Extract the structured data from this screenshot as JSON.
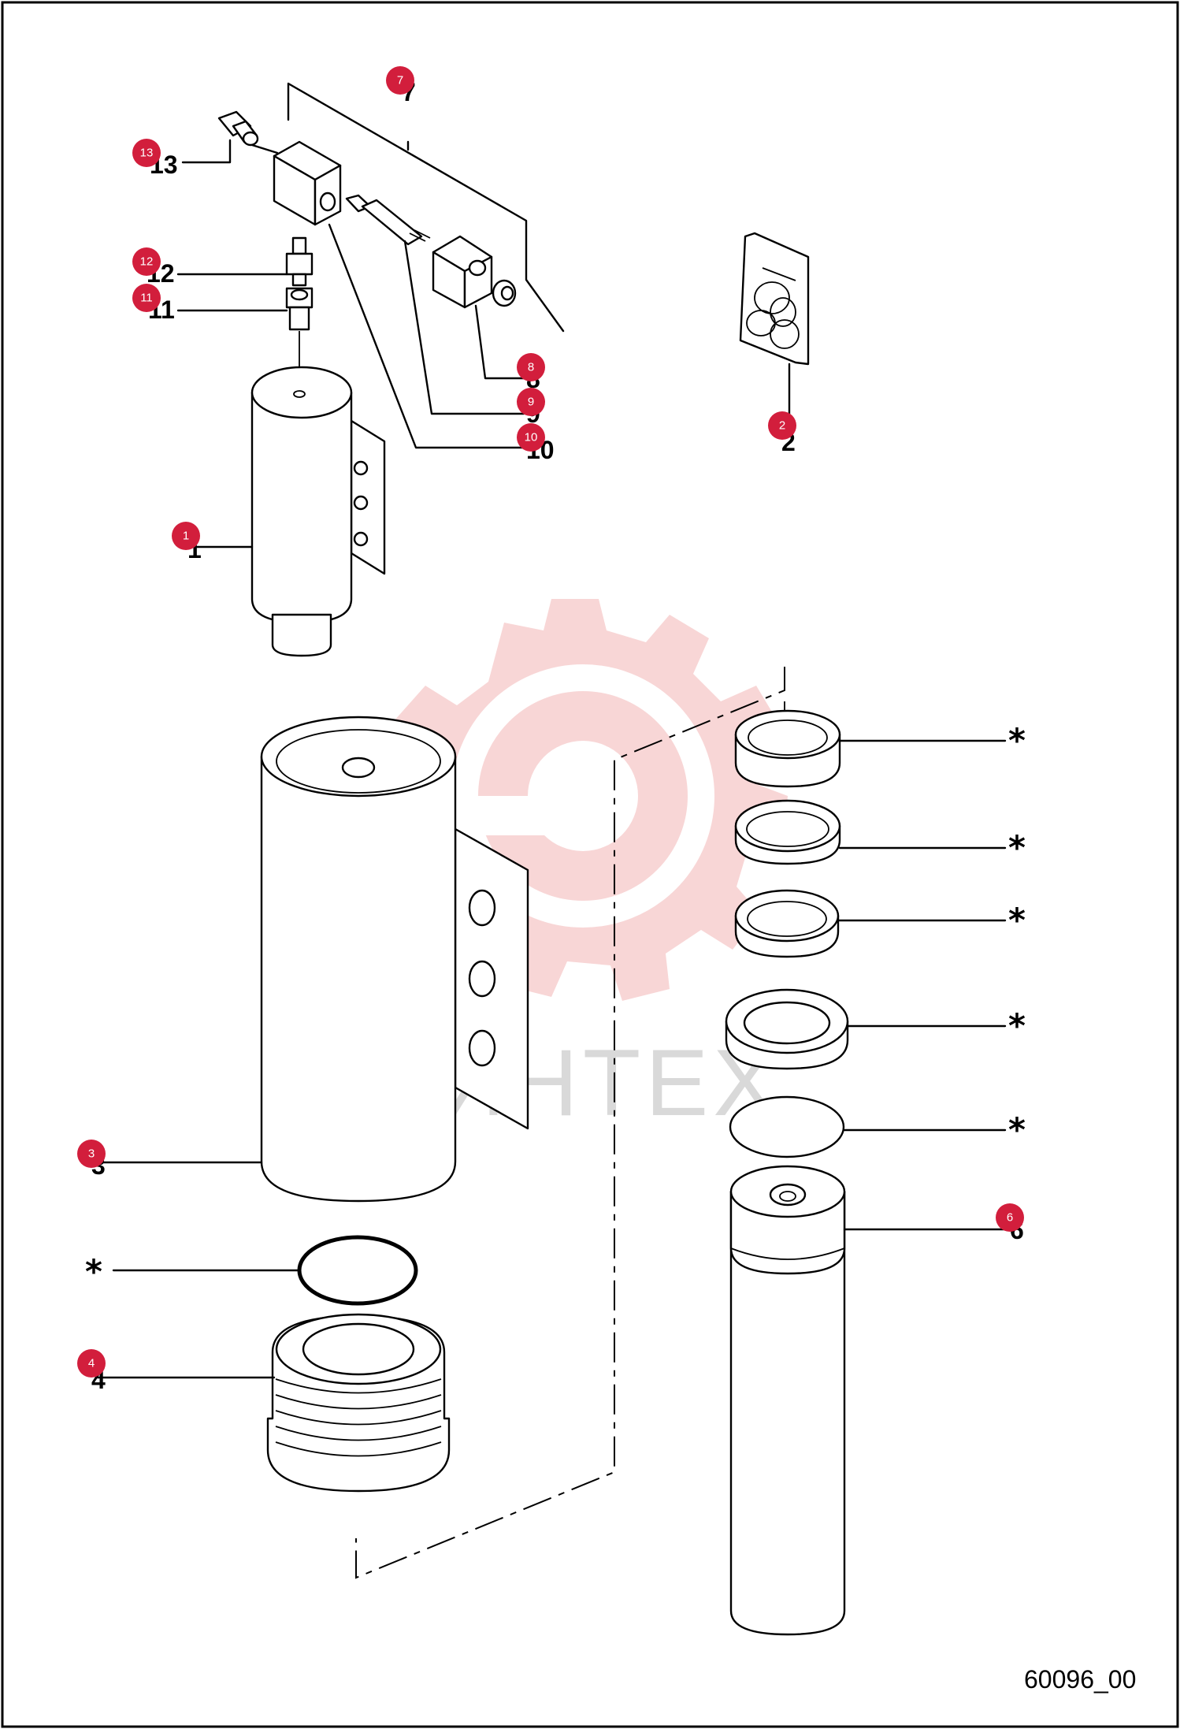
{
  "drawing_code": "60096_00",
  "watermark": {
    "text": "ИНТЕХ",
    "color": "#f3b5b5"
  },
  "colors": {
    "badge": "#d21e3c",
    "line": "#000000",
    "frame": "#000000"
  },
  "callouts": [
    {
      "id": "13",
      "label": "13"
    },
    {
      "id": "7",
      "label": "7"
    },
    {
      "id": "12",
      "label": "12"
    },
    {
      "id": "11",
      "label": "11"
    },
    {
      "id": "8",
      "label": "8"
    },
    {
      "id": "9",
      "label": "9"
    },
    {
      "id": "10",
      "label": "10"
    },
    {
      "id": "2",
      "label": "2"
    },
    {
      "id": "1",
      "label": "1"
    },
    {
      "id": "3",
      "label": "3"
    },
    {
      "id": "4",
      "label": "4"
    },
    {
      "id": "6",
      "label": "6"
    }
  ],
  "seal_marker": "*"
}
